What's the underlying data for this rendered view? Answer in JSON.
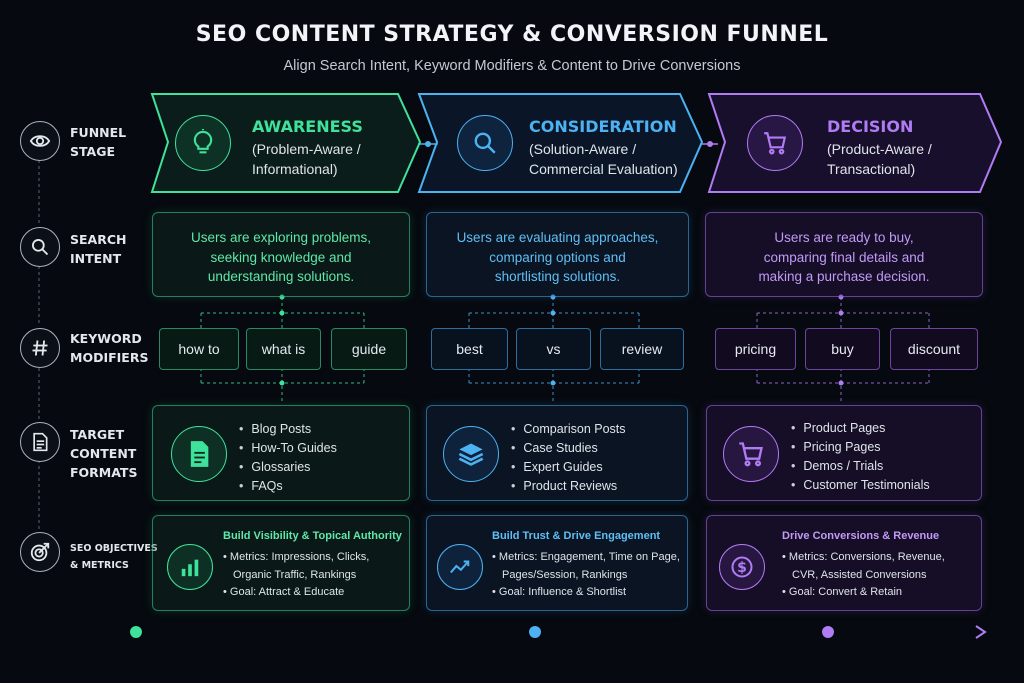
{
  "title": "SEO CONTENT STRATEGY & CONVERSION FUNNEL",
  "subtitle": "Align Search Intent, Keyword Modifiers & Content to Drive Conversions",
  "rows": [
    {
      "icon": "eye-icon",
      "label_l1": "FUNNEL",
      "label_l2": "STAGE"
    },
    {
      "icon": "search-icon",
      "label_l1": "SEARCH",
      "label_l2": "INTENT"
    },
    {
      "icon": "hashtag-icon",
      "label_l1": "KEYWORD",
      "label_l2": "MODIFIERS"
    },
    {
      "icon": "document-icon",
      "label_l1": "TARGET",
      "label_l2": "CONTENT",
      "label_l3": "FORMATS"
    },
    {
      "icon": "target-icon",
      "label_l1": "SEO OBJECTIVES",
      "label_l2": "& METRICS"
    }
  ],
  "stages": [
    {
      "title": "AWARENESS",
      "sub1": "(Problem-Aware /",
      "sub2": "Informational)",
      "icon": "lightbulb-icon",
      "color": "#3fe29a",
      "intent": [
        "Users are exploring problems,",
        "seeking knowledge and",
        "understanding solutions."
      ],
      "keywords": [
        "how to",
        "what is",
        "guide"
      ],
      "format_icon": "document-icon",
      "formats": [
        "Blog Posts",
        "How-To Guides",
        "Glossaries",
        "FAQs"
      ],
      "obj_title": "Build Visibility & Topical Authority",
      "obj_icon": "bar-chart-icon",
      "obj_lines": [
        "• Metrics: Impressions, Clicks,",
        "Organic Traffic, Rankings",
        "• Goal: Attract & Educate"
      ]
    },
    {
      "title": "CONSIDERATION",
      "sub1": "(Solution-Aware /",
      "sub2": "Commercial Evaluation)",
      "icon": "search-icon",
      "color": "#4cb2f2",
      "intent": [
        "Users are evaluating approaches,",
        "comparing options and",
        "shortlisting solutions."
      ],
      "keywords": [
        "best",
        "vs",
        "review"
      ],
      "format_icon": "layers-icon",
      "formats": [
        "Comparison Posts",
        "Case Studies",
        "Expert Guides",
        "Product Reviews"
      ],
      "obj_title": "Build Trust & Drive Engagement",
      "obj_icon": "trend-line-icon",
      "obj_lines": [
        "• Metrics: Engagement, Time on Page,",
        "Pages/Session, Rankings",
        "• Goal: Influence & Shortlist"
      ]
    },
    {
      "title": "DECISION",
      "sub1": "(Product-Aware /",
      "sub2": "Transactional)",
      "icon": "cart-icon",
      "color": "#b07cf4",
      "intent": [
        "Users are ready to buy,",
        "comparing final details and",
        "making a purchase decision."
      ],
      "keywords": [
        "pricing",
        "buy",
        "discount"
      ],
      "format_icon": "cart-icon",
      "formats": [
        "Product Pages",
        "Pricing Pages",
        "Demos / Trials",
        "Customer Testimonials"
      ],
      "obj_title": "Drive Conversions & Revenue",
      "obj_icon": "dollar-icon",
      "obj_lines": [
        "• Metrics: Conversions, Revenue,",
        "CVR, Assisted Conversions",
        "• Goal: Convert & Retain"
      ]
    }
  ]
}
